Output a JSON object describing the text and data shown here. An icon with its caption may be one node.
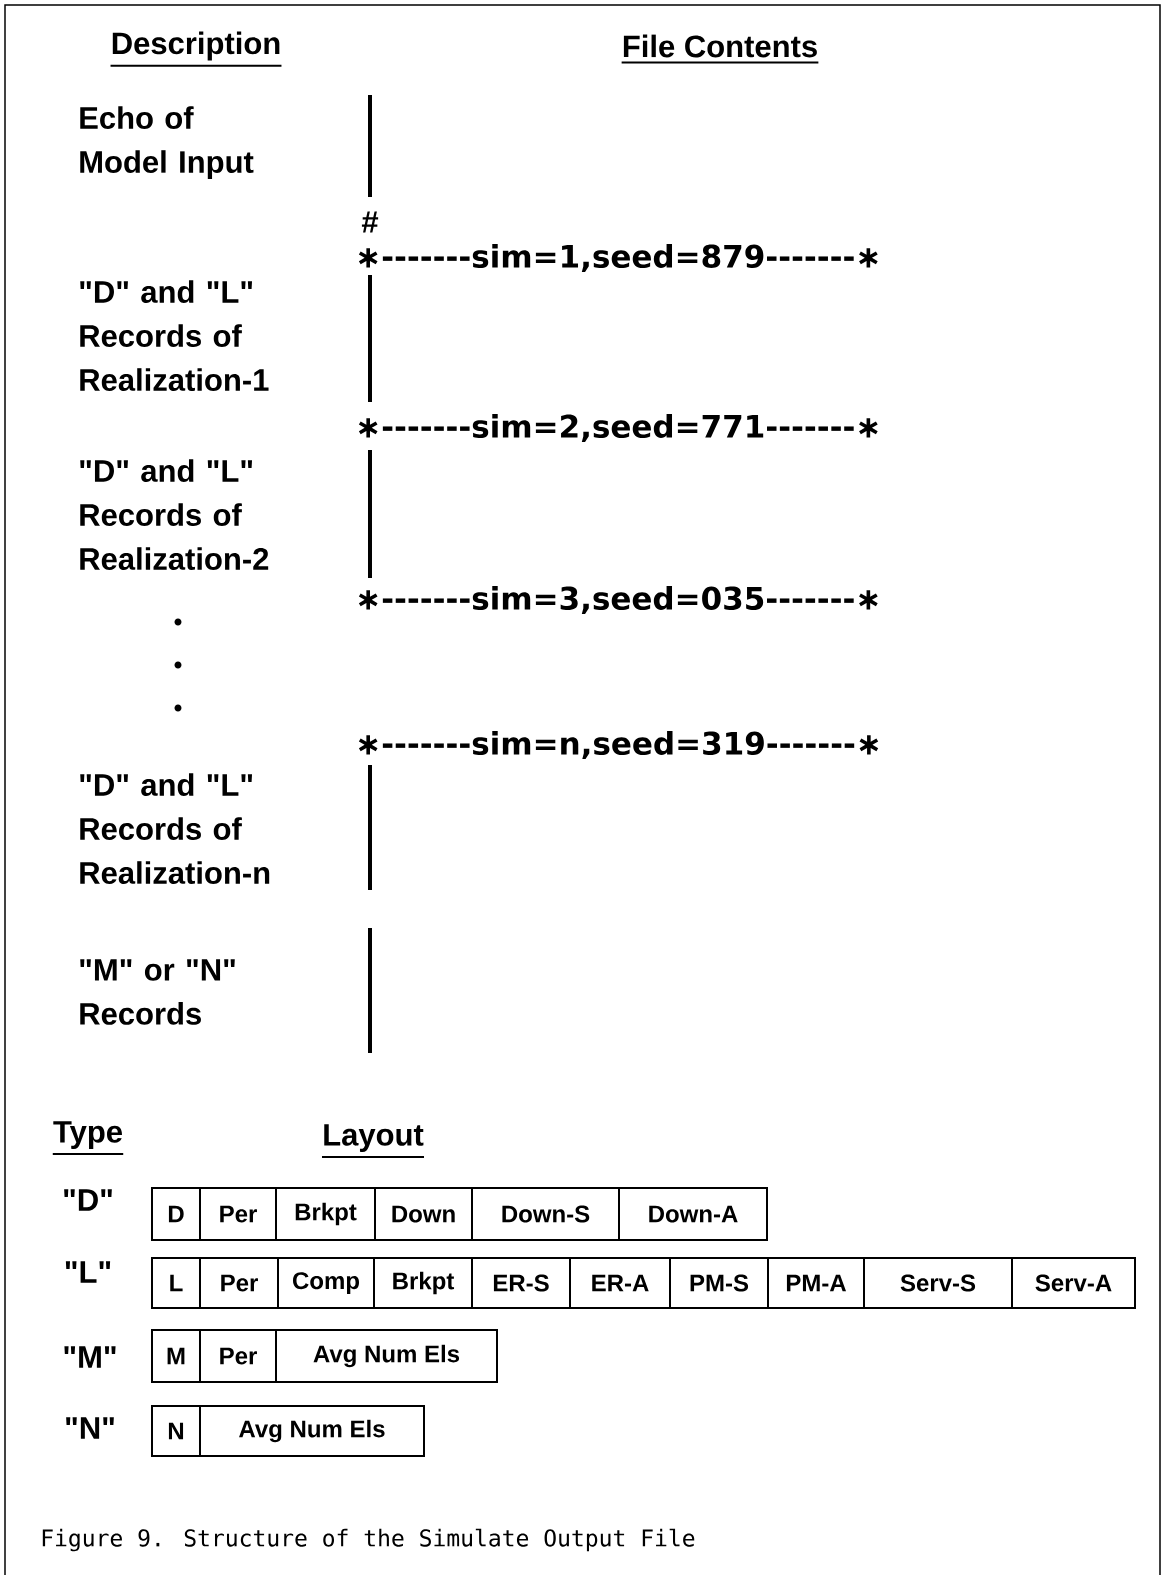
{
  "diagram": {
    "caption": "Figure 9.  Structure of the Simulate Output File",
    "labels": [
      "Description",
      "File Contents",
      "Echo of Model Input",
      "#",
      "∗-------sim=1,seed=879-------∗",
      "\"D\" and \"L\" Records of Realization-1",
      "∗-------sim=2,seed=771-------∗",
      "\"D\" and \"L\" Records of Realization-2",
      "∗-------sim=3,seed=035-------∗",
      "∗-------sim=n,seed=319-------∗",
      "\"D\" and \"L\" Records of Realization-n",
      "\"M\" or \"N\" Records",
      "Type",
      "Layout",
      "\"D\"",
      "D",
      "Per",
      "Brkpt",
      "Down",
      "Down-S",
      "Down-A",
      "\"L\"",
      "L",
      "Per",
      "Comp",
      "Brkpt",
      "ER-S",
      "ER-A",
      "PM-S",
      "PM-A",
      "Serv-S",
      "Serv-A",
      "\"M\"",
      "M",
      "Per",
      "Avg Num Els",
      "\"N\"",
      "N",
      "Avg Num Els"
    ]
  }
}
